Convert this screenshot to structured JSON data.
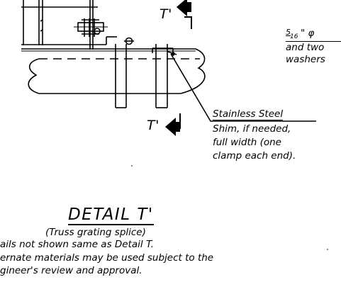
{
  "section": {
    "top_label": "T'",
    "bottom_label": "T'"
  },
  "bolt_note": {
    "size_num": "5",
    "size_den": "16",
    "line1": "\" φ",
    "line2": "and two",
    "line3": "washers"
  },
  "shim_note": {
    "line1": "Stainless Steel",
    "line2": "Shim, if needed,",
    "line3": "full width (one",
    "line4": "clamp each end)."
  },
  "detail": {
    "title": "DETAIL  T'",
    "subtitle": "(Truss grating splice)",
    "note1": "ails not shown same as Detail T.",
    "note2": "ernate materials may be used subject to the",
    "note3": "gineer's review and approval."
  }
}
